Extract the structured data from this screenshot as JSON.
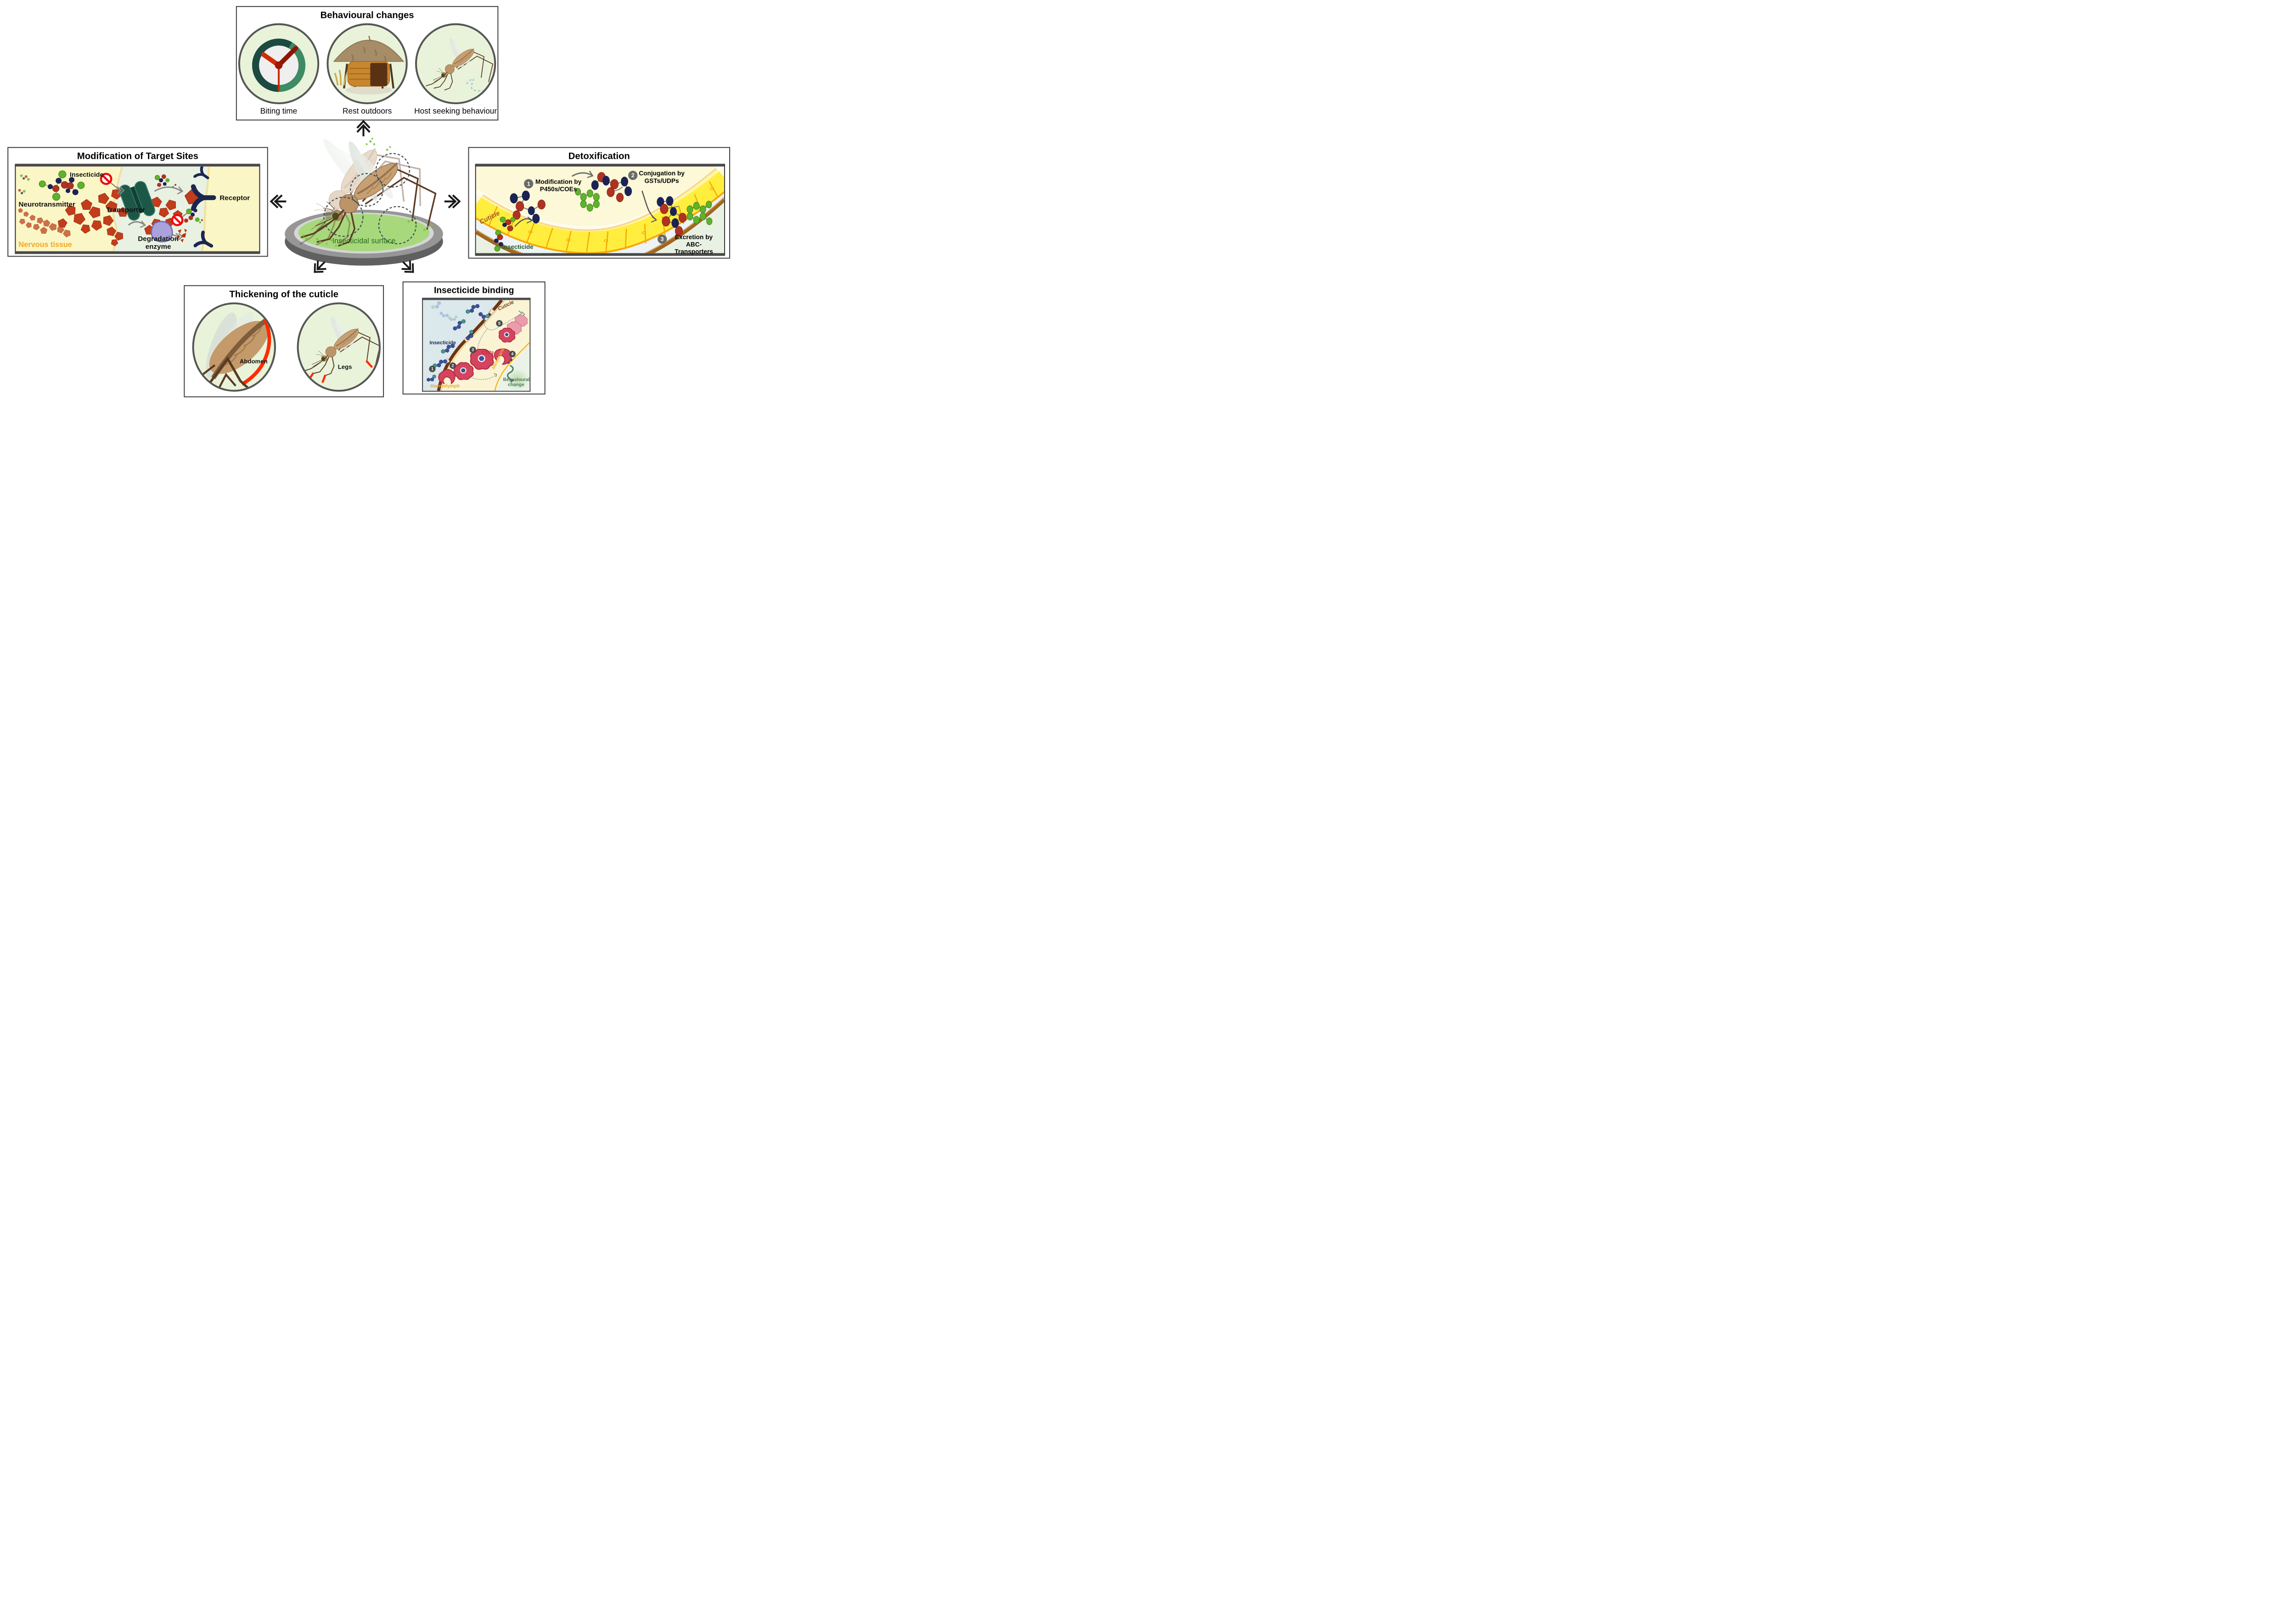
{
  "top_box": {
    "title": "Behavioural changes",
    "items": [
      {
        "icon": "clock-icon",
        "label": "Biting time"
      },
      {
        "icon": "hut-icon",
        "label": "Rest outdoors"
      },
      {
        "icon": "mosquito-icon",
        "label": "Host seeking behaviour"
      }
    ]
  },
  "left_box": {
    "title": "Modification of Target Sites",
    "labels": {
      "insecticide": "Insecticide",
      "neurotransmitter": "Neurotransmitter",
      "transporter": "Transporter",
      "receptor": "Receptor",
      "degradation_enzyme": "Degradation\nenzyme",
      "nervous_tissue": "Nervous tissue"
    }
  },
  "right_box": {
    "title": "Detoxification",
    "steps": [
      {
        "num": "1",
        "label": "Modification by\nP450s/COEs"
      },
      {
        "num": "2",
        "label": "Conjugation by\nGSTs/UDPs"
      },
      {
        "num": "3",
        "label": "Excretion by\nABC-Transporters"
      }
    ],
    "labels": {
      "cuticle": "Cuticle",
      "insecticide": "Insecticide"
    }
  },
  "center": {
    "surface_label": "Insecticidal surface"
  },
  "bottom_left_box": {
    "title": "Thickening of the cuticle",
    "items": [
      {
        "label": "Abdomen"
      },
      {
        "label": "Legs"
      }
    ]
  },
  "bottom_right_box": {
    "title": "Insecticide binding",
    "numbers": [
      "1",
      "2",
      "3",
      "4",
      "5"
    ],
    "labels": {
      "cuticle": "Cuticle",
      "insecticide": "Insecticide",
      "csps": "CSPs",
      "haemolymph": "Haemolymph",
      "membrane": "Membrane",
      "behavioural_change": "Behavioural\nchange"
    }
  },
  "colors": {
    "box_border": "#3f3f3f",
    "circle_fill": "#e9f3da",
    "prohibition_red": "#ee0b0b",
    "pentagon_red": "#c23d1c",
    "transporter_teal": "#1d5748",
    "enzyme_purple": "#aaa2da",
    "receptor_navy": "#1b2750",
    "nervous_tissue_orange": "#f8a61e",
    "cell_yellow": "#ffee3e",
    "cell_border_orange": "#f8a700",
    "cuticle_brown": "#9c5c1e",
    "molecule_navy": "#1b2356",
    "molecule_red": "#b03322",
    "molecule_green": "#5fb32c",
    "csp_crimson": "#d4445f",
    "insecticide_hex_blue": "#3b4f9e",
    "surface_green": "#a8d87c",
    "cuticle_highlight_red": "#ff2b00",
    "detox_insecticide_green": "#1a5c28",
    "haemolymph_orange": "#f0a435"
  }
}
